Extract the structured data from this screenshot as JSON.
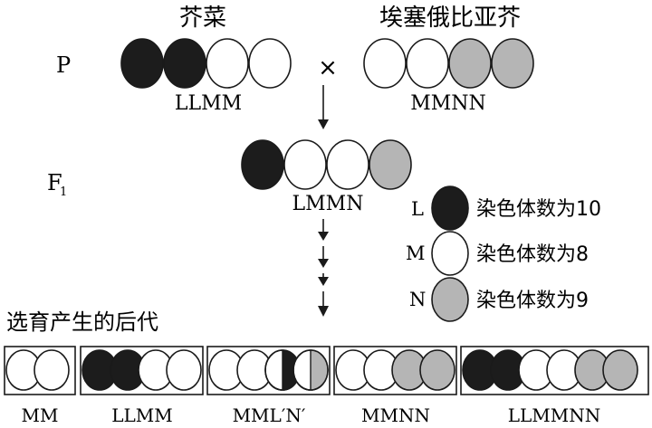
{
  "colors": {
    "L": "#1c1c1c",
    "M": "#ffffff",
    "N": "#b5b5b5",
    "stroke": "#1a1a1a"
  },
  "parents": {
    "row_label": "P",
    "left": {
      "title": "芥菜",
      "genotype": "LLMM",
      "genomes": [
        "L",
        "L",
        "M",
        "M"
      ]
    },
    "cross_symbol": "×",
    "right": {
      "title": "埃塞俄比亚芥",
      "genotype": "MMNN",
      "genomes": [
        "M",
        "M",
        "N",
        "N"
      ]
    }
  },
  "f1": {
    "row_label": "F",
    "row_label_sub": "1",
    "genotype": "LMMN",
    "genomes": [
      "L",
      "M",
      "M",
      "N"
    ]
  },
  "legend": [
    {
      "key": "L",
      "text": "染色体数为10"
    },
    {
      "key": "M",
      "text": "染色体数为8"
    },
    {
      "key": "N",
      "text": "染色体数为9"
    }
  ],
  "offspring": {
    "title": "选育产生的后代",
    "boxes": [
      {
        "label": "MM",
        "genomes": [
          "M",
          "M"
        ]
      },
      {
        "label": "LLMM",
        "genomes": [
          "L",
          "L",
          "M",
          "M"
        ]
      },
      {
        "label": "MML′N′",
        "genomes": [
          "M",
          "M",
          "L'",
          "N'"
        ]
      },
      {
        "label": "MMNN",
        "genomes": [
          "M",
          "M",
          "N",
          "N"
        ]
      },
      {
        "label": "LLMMNN",
        "genomes": [
          "L",
          "L",
          "M",
          "M",
          "N",
          "N"
        ]
      }
    ]
  }
}
